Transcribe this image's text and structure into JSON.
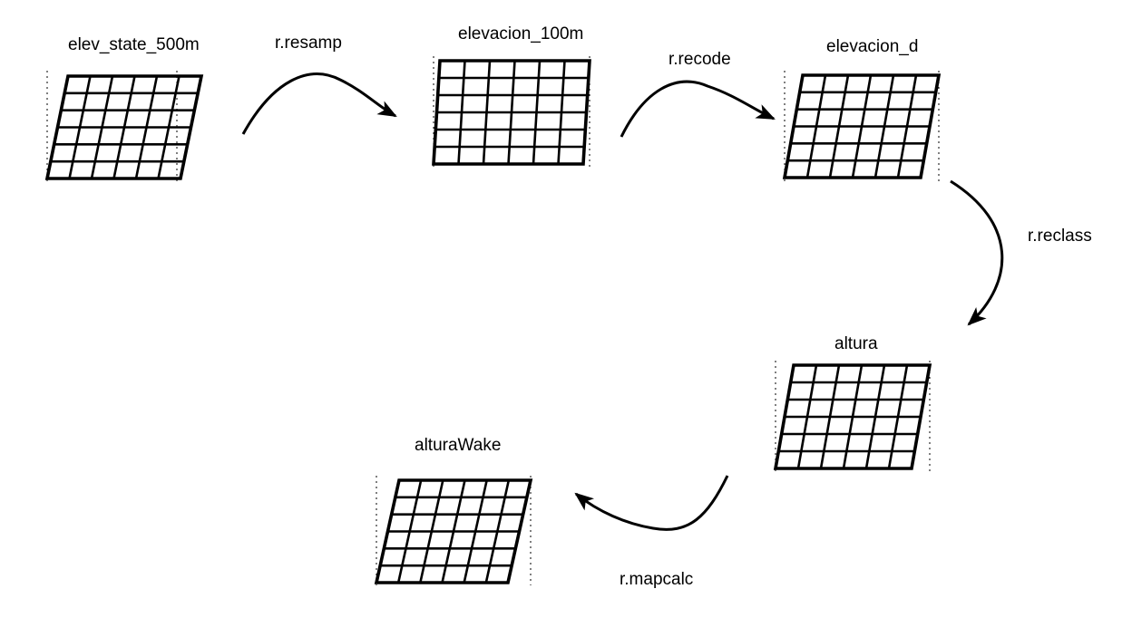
{
  "rasters": [
    {
      "id": "elev_state_500m",
      "label": "elev_state_500m"
    },
    {
      "id": "elevacion_100m",
      "label": "elevacion_100m"
    },
    {
      "id": "elevacion_d",
      "label": "elevacion_d"
    },
    {
      "id": "altura",
      "label": "altura"
    },
    {
      "id": "alturaWake",
      "label": "alturaWake"
    }
  ],
  "operations": [
    {
      "label": "r.resamp",
      "from": "elev_state_500m",
      "to": "elevacion_100m"
    },
    {
      "label": "r.recode",
      "from": "elevacion_100m",
      "to": "elevacion_d"
    },
    {
      "label": "r.reclass",
      "from": "elevacion_d",
      "to": "altura"
    },
    {
      "label": "r.mapcalc",
      "from": "altura",
      "to": "alturaWake"
    }
  ]
}
